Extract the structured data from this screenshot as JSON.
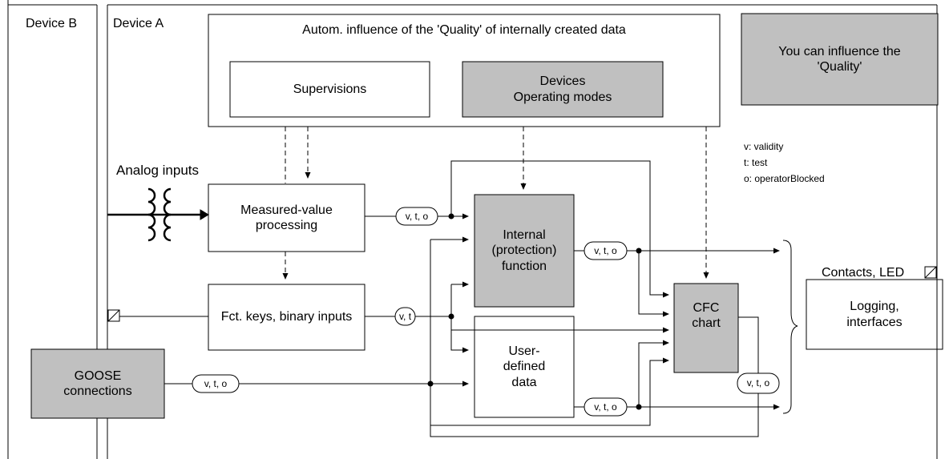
{
  "device_b": "Device B",
  "device_a": "Device A",
  "autom_title": "Autom. influence of the 'Quality' of internally created data",
  "supervisions": "Supervisions",
  "devices_line1": "Devices",
  "devices_line2": "Operating modes",
  "influence_line1": "You can influence the",
  "influence_line2": "'Quality'",
  "legend": {
    "v": "v: validity",
    "t": "t: test",
    "o": "o: operatorBlocked"
  },
  "analog_inputs": "Analog inputs",
  "measured_line1": "Measured-value",
  "measured_line2": "processing",
  "fct_keys": "Fct. keys, binary inputs",
  "internal_line1": "Internal",
  "internal_line2": "(protection)",
  "internal_line3": "function",
  "user_line1": "User-",
  "user_line2": "defined",
  "user_line3": "data",
  "cfc_line1": "CFC",
  "cfc_line2": "chart",
  "goose_line1": "GOOSE",
  "goose_line2": "connections",
  "contacts": "Contacts, LED",
  "logging_line1": "Logging,",
  "logging_line2": "interfaces",
  "pills": {
    "vto": "v, t, o",
    "vt": "v, t"
  },
  "colors": {
    "gray_fill": "#c0c0c0",
    "line": "#000000"
  }
}
